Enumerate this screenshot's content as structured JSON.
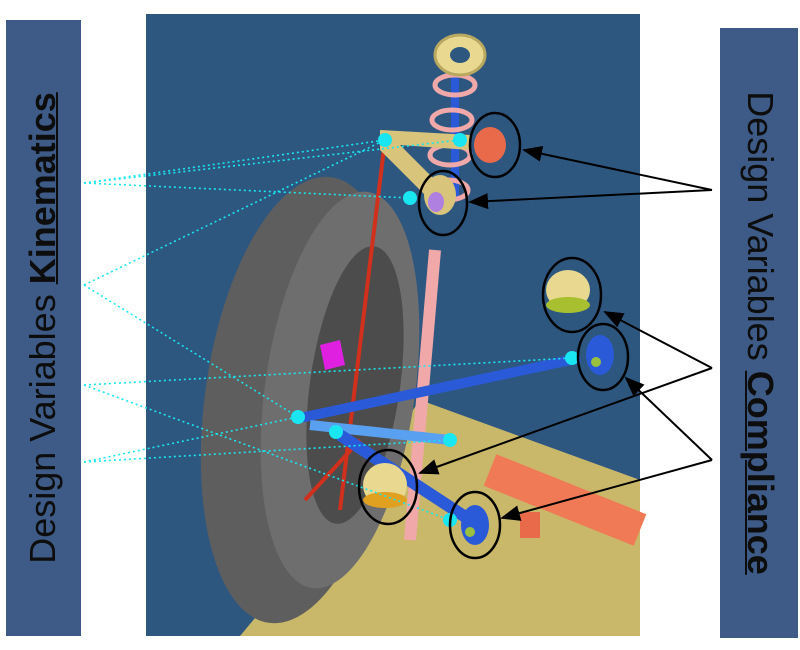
{
  "left_label": {
    "prefix": "Design Variables ",
    "emphasis": "Kinematics"
  },
  "right_label": {
    "prefix": "Design Variables ",
    "emphasis": "Compliance"
  },
  "colors": {
    "panel": "#3d5b86",
    "viewport": "#2e5780",
    "hardpoint": "#19e6f0",
    "floor": "#c9b86a"
  }
}
